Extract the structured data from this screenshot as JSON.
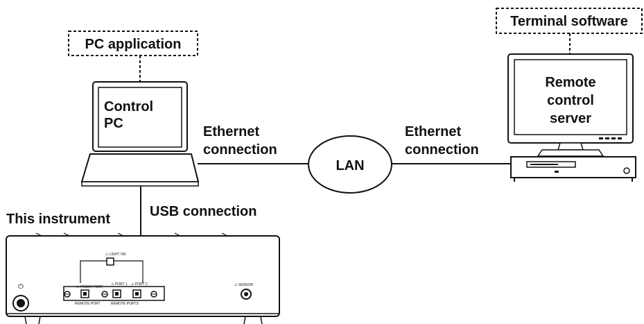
{
  "labels": {
    "pc_application": "PC application",
    "control_pc": [
      "Control",
      "PC"
    ],
    "ethernet_left": [
      "Ethernet",
      "connection"
    ],
    "lan": "LAN",
    "ethernet_right": [
      "Ethernet",
      "connection"
    ],
    "terminal_software": "Terminal software",
    "remote_server": [
      "Remote",
      "control",
      "server"
    ],
    "usb_connection": "USB connection",
    "this_instrument": "This instrument"
  },
  "instrument_panel": {
    "power_symbol": "⏻"
  }
}
